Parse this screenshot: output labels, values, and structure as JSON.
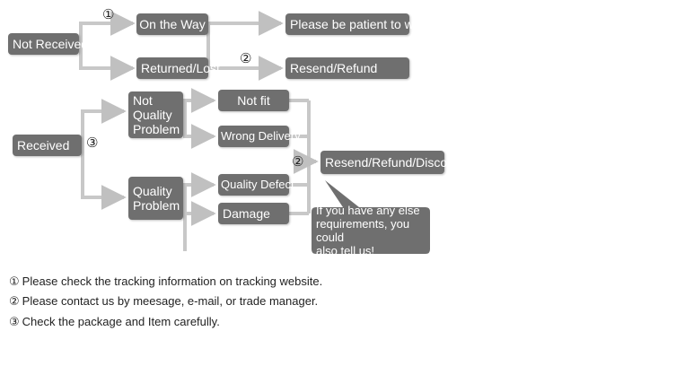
{
  "colors": {
    "box_fill": "#6f6f6f",
    "box_text": "#ffffff",
    "connector": "#c8c8c8"
  },
  "nodes": {
    "not_received": "Not Received",
    "on_the_way": "On the Way",
    "please_wait": "Please be patient to wait",
    "returned_lost": "Returned/Lost",
    "resend_refund": "Resend/Refund",
    "received": "Received",
    "not_quality_problem": "Not\nQuality\nProblem",
    "quality_problem": "Quality\nProblem",
    "not_fit": "Not fit",
    "wrong_delivery": "Wrong Delivery",
    "quality_defect": "Quality Defect",
    "damage": "Damage",
    "resend_refund_discount": "Resend/Refund/Discount",
    "callout": "If you have any else\nrequirements, you could\nalso tell us!"
  },
  "markers": {
    "m1": "①",
    "m2_top": "②",
    "m3": "③",
    "m2_mid": "②"
  },
  "notes": [
    {
      "num": "①",
      "text": "Please check the tracking information on tracking website."
    },
    {
      "num": "②",
      "text": "Please contact us by meesage, e-mail, or trade manager."
    },
    {
      "num": "③",
      "text": "Check the package and Item carefully."
    }
  ]
}
